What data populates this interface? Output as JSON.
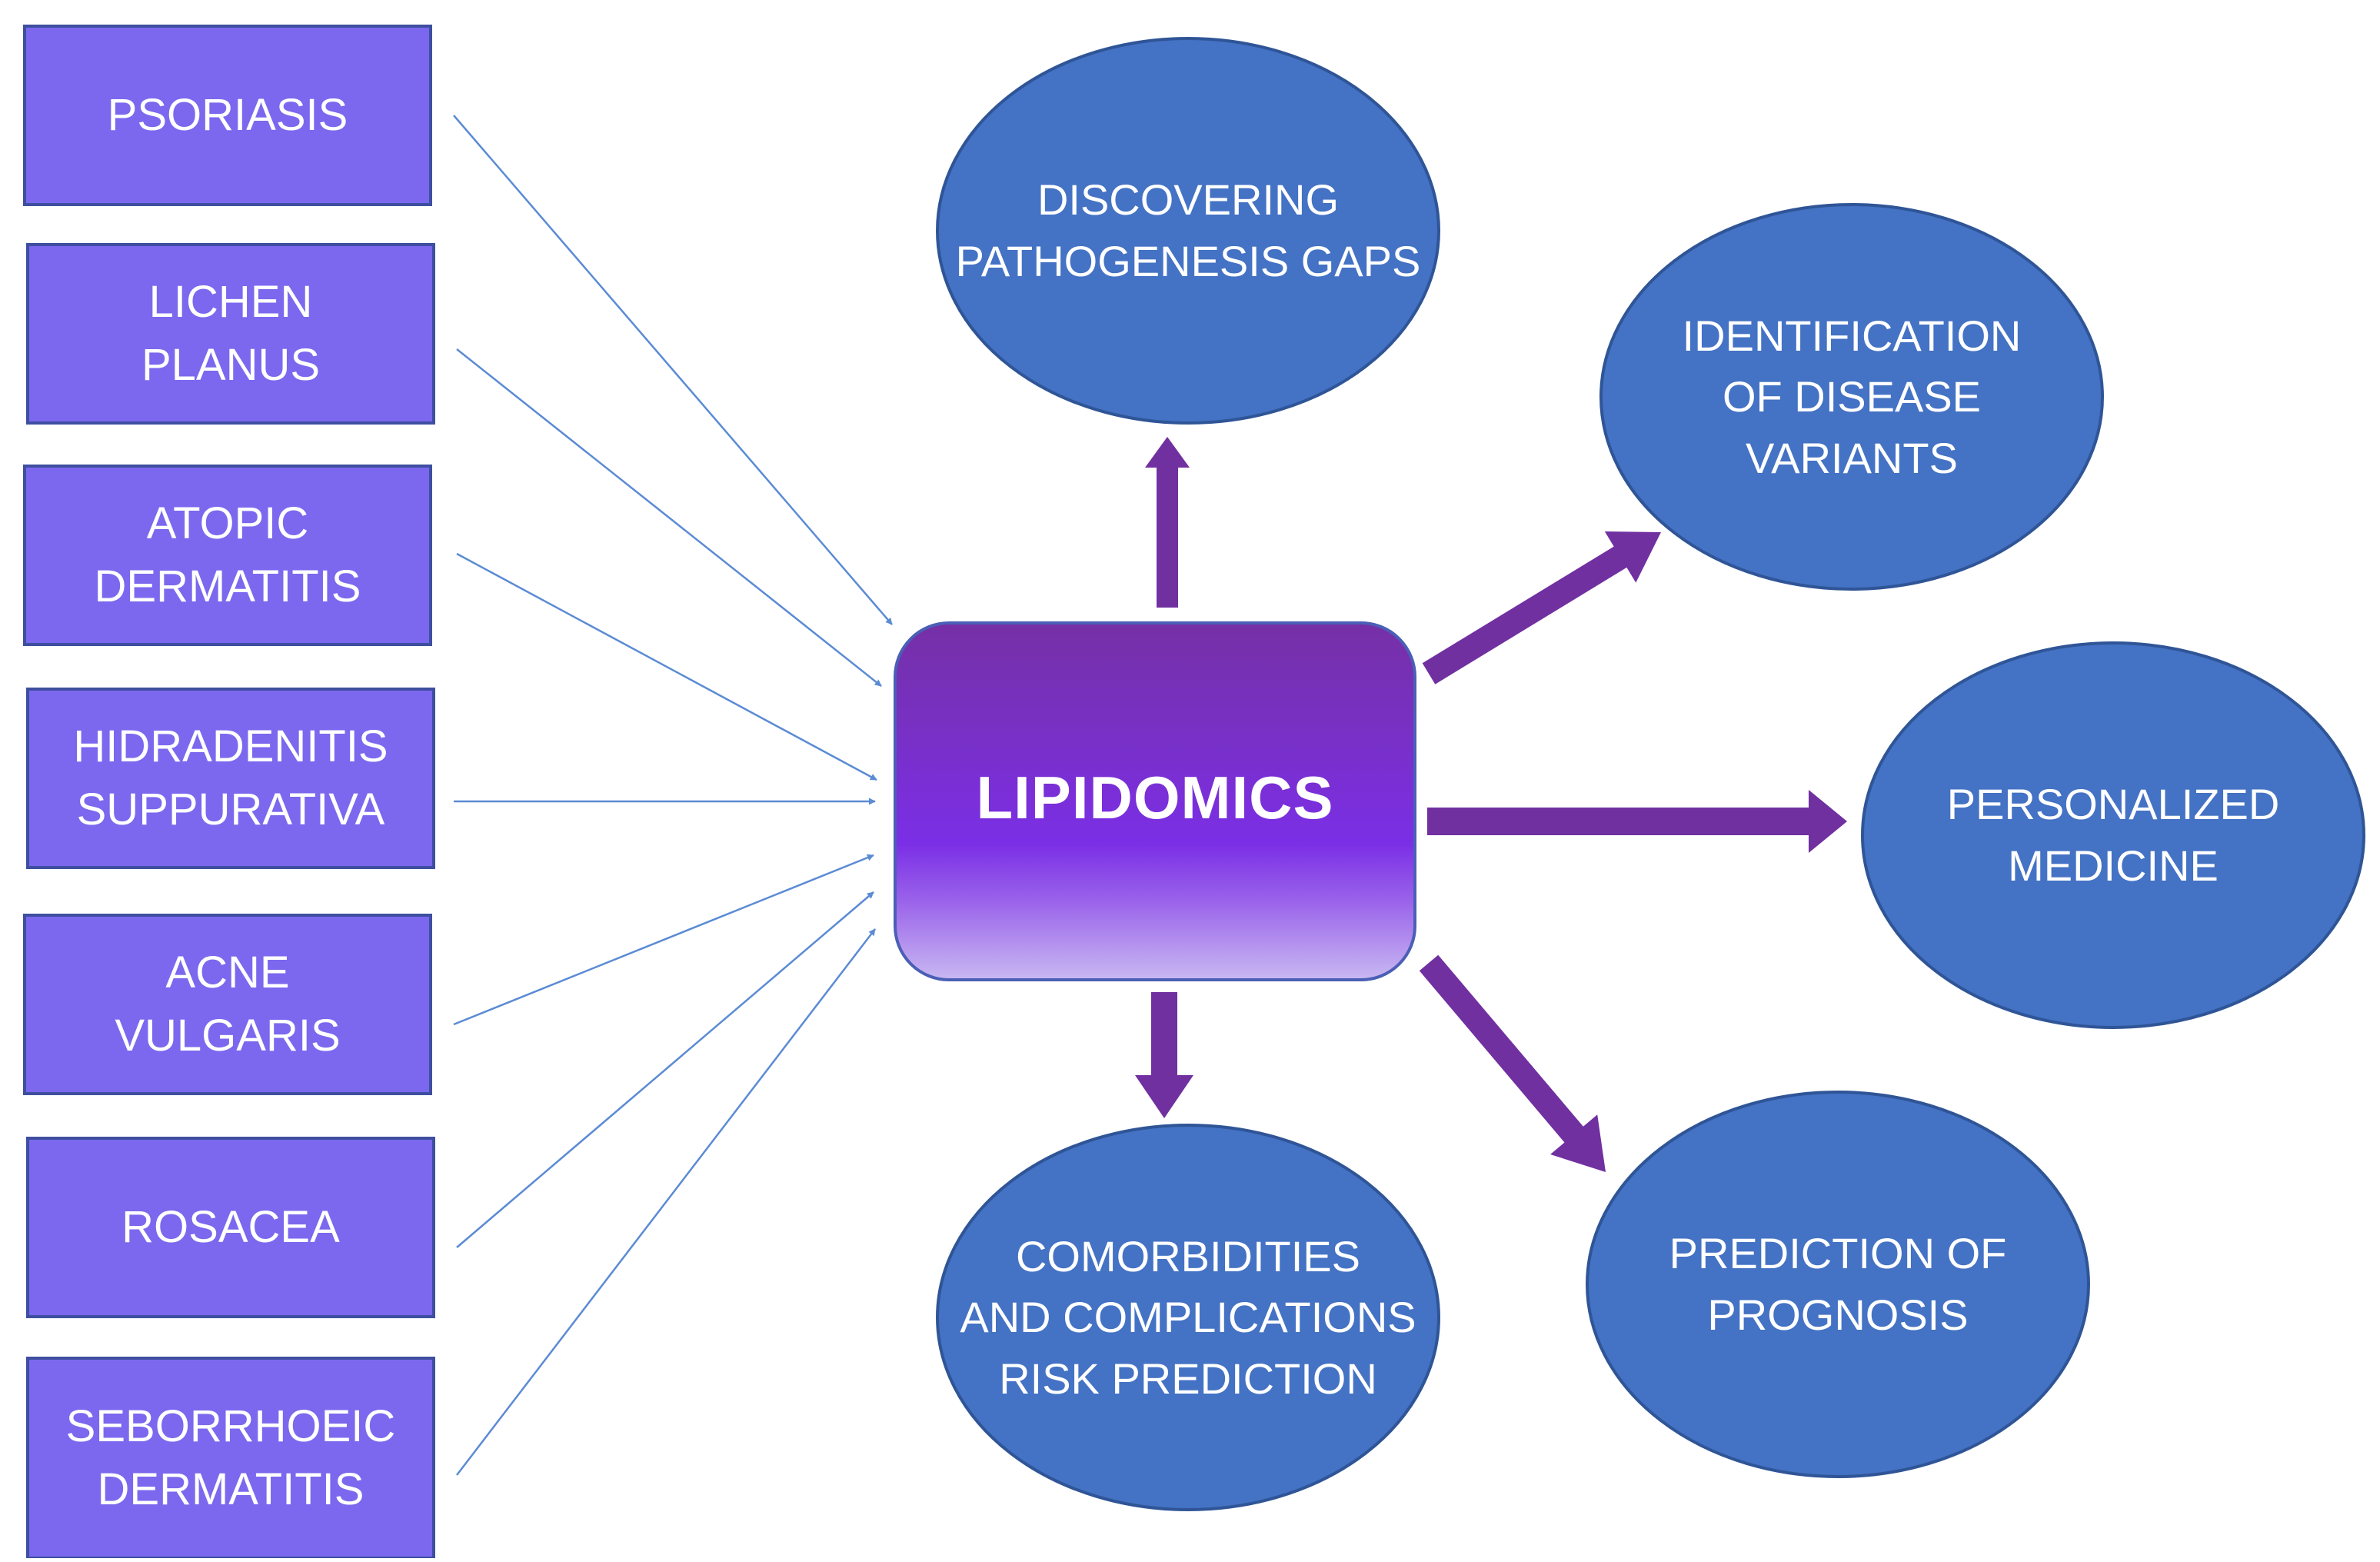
{
  "colors": {
    "disease_box_fill": "#7B68EE",
    "disease_box_border": "#3E4FA0",
    "outcome_ellipse_fill": "#4472C4",
    "outcome_ellipse_border": "#2F5597",
    "center_top": "#7530A6",
    "center_mid": "#7B2FE6",
    "center_bottom": "#C9B8F2",
    "thin_arrow": "#5B8BD4",
    "thick_arrow": "#7030A0",
    "text": "#FFFFFF"
  },
  "center": {
    "label": "LIPIDOMICS"
  },
  "diseases": [
    {
      "id": "psoriasis",
      "label": "PSORIASIS"
    },
    {
      "id": "lichen-planus",
      "label": "LICHEN\nPLANUS"
    },
    {
      "id": "atopic-dermatitis",
      "label": "ATOPIC\nDERMATITIS"
    },
    {
      "id": "hidradenitis-suppurativa",
      "label": "HIDRADENITIS\nSUPPURATIVA"
    },
    {
      "id": "acne-vulgaris",
      "label": "ACNE\nVULGARIS"
    },
    {
      "id": "rosacea",
      "label": "ROSACEA"
    },
    {
      "id": "seborrhoeic-dermatitis",
      "label": "SEBORRHOEIC\nDERMATITIS"
    }
  ],
  "outcomes": [
    {
      "id": "discovering-pathogenesis-gaps",
      "label": "DISCOVERING\nPATHOGENESIS GAPS"
    },
    {
      "id": "identification-of-disease-variants",
      "label": "IDENTIFICATION\nOF DISEASE\nVARIANTS"
    },
    {
      "id": "personalized-medicine",
      "label": "PERSONALIZED\nMEDICINE"
    },
    {
      "id": "prediction-of-prognosis",
      "label": "PREDICTION OF\nPROGNOSIS"
    },
    {
      "id": "comorbidities-risk-prediction",
      "label": "COMORBIDITIES\nAND COMPLICATIONS\nRISK PREDICTION"
    }
  ]
}
